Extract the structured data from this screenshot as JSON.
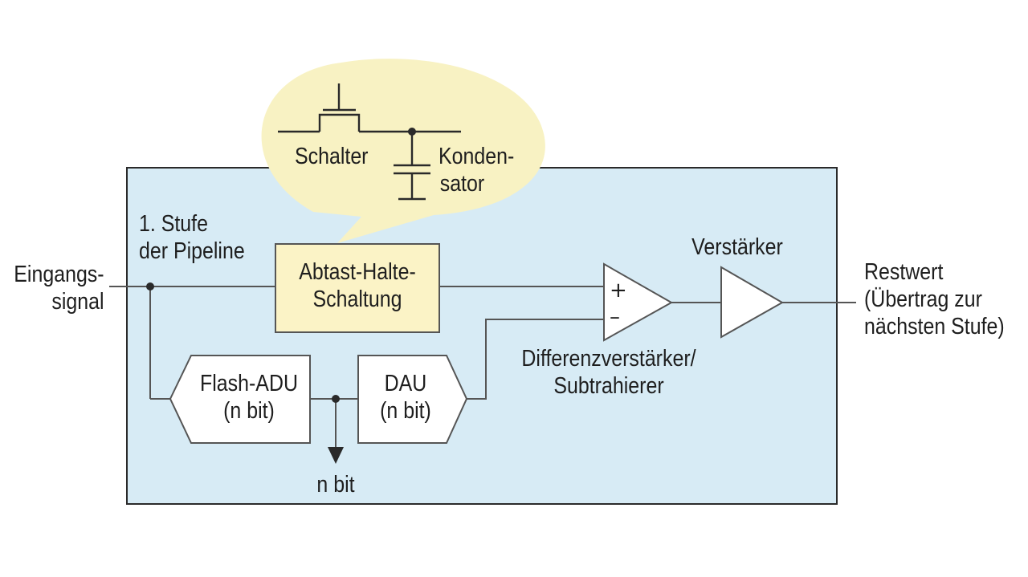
{
  "colors": {
    "stage_fill": "#d7ebf5",
    "bubble_fill": "#f8f2c3",
    "sample_hold_fill": "#fbf3c6",
    "line": "#2a2a2a"
  },
  "callout": {
    "switch_label": "Schalter",
    "capacitor_label_1": "Konden-",
    "capacitor_label_2": "sator"
  },
  "stage": {
    "title_1": "1. Stufe",
    "title_2": "der Pipeline"
  },
  "input": {
    "label_1": "Eingangs-",
    "label_2": "signal"
  },
  "sample_hold": {
    "label_1": "Abtast-Halte-",
    "label_2": "Schaltung"
  },
  "flash_adc": {
    "label_1": "Flash-ADU",
    "label_2": "(n bit)"
  },
  "dac": {
    "label_1": "DAU",
    "label_2": "(n bit)"
  },
  "digital_out": {
    "label": "n bit"
  },
  "diff_amp": {
    "plus": "+",
    "minus": "–",
    "label_1": "Differenzverstärker/",
    "label_2": "Subtrahierer"
  },
  "amplifier": {
    "label": "Verstärker"
  },
  "output": {
    "label_1": "Restwert",
    "label_2": "(Übertrag zur",
    "label_3": "nächsten Stufe)"
  }
}
